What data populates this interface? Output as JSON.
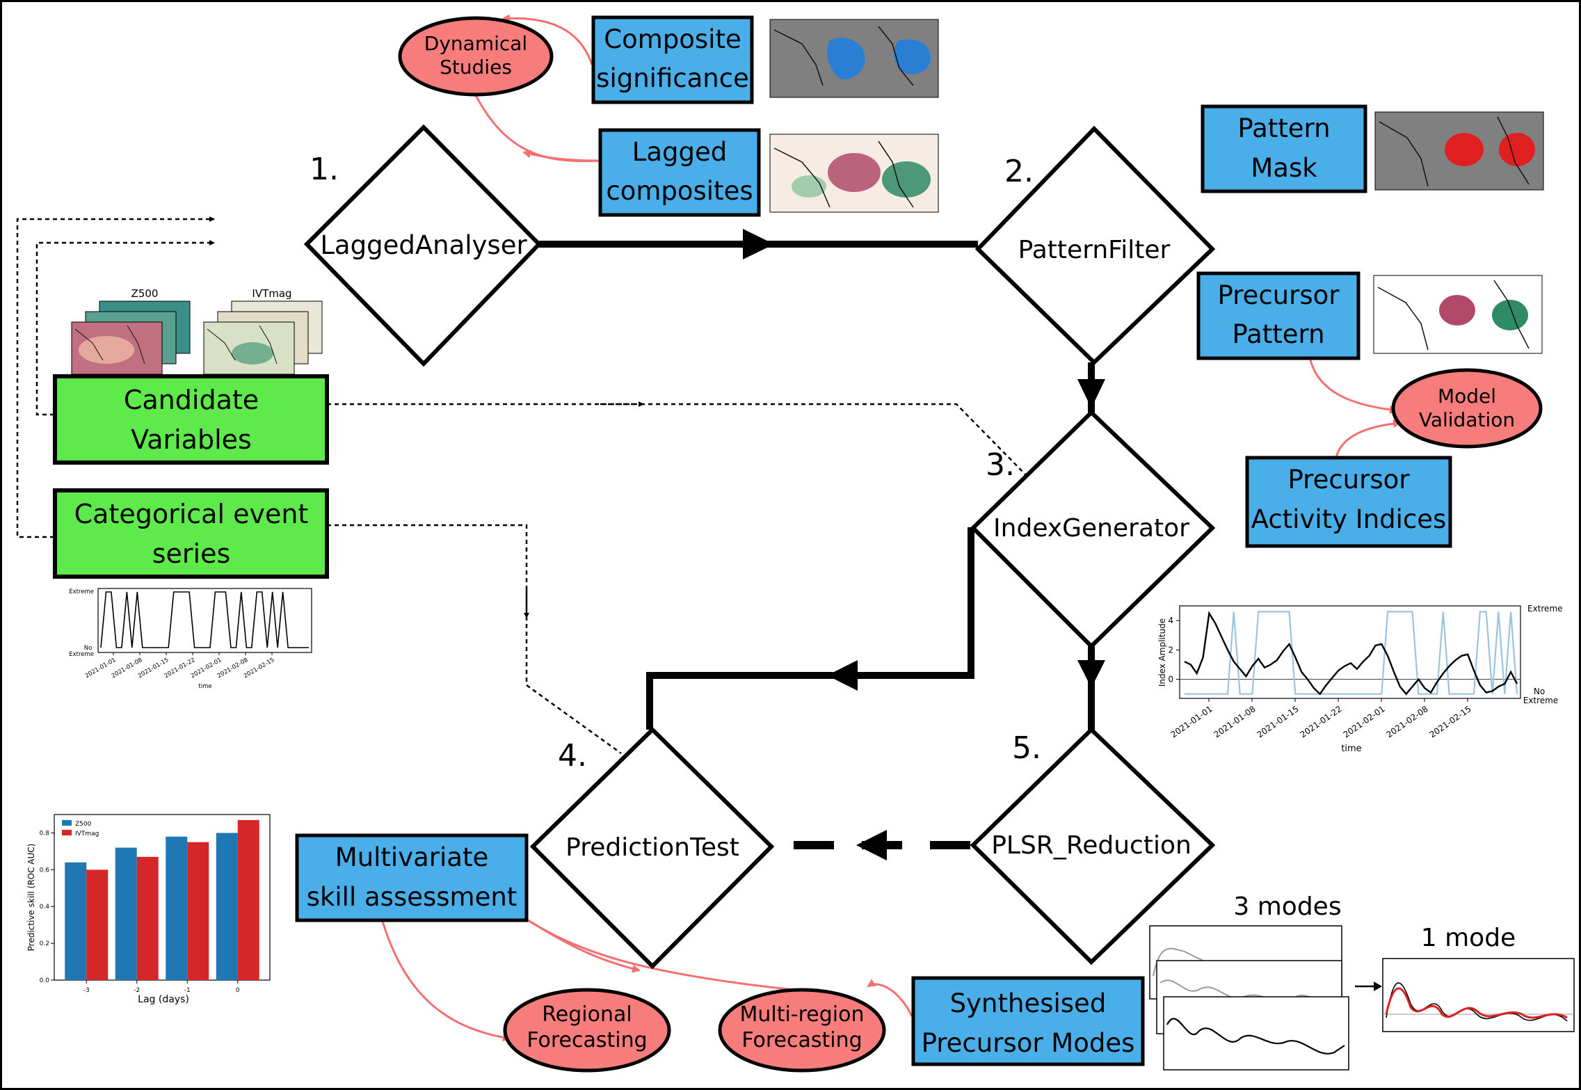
{
  "steps": {
    "s1": {
      "num": "1.",
      "name": "LaggedAnalyser"
    },
    "s2": {
      "num": "2.",
      "name": "PatternFilter"
    },
    "s3": {
      "num": "3.",
      "name": "IndexGenerator"
    },
    "s4": {
      "num": "4.",
      "name": "PredictionTest"
    },
    "s5": {
      "num": "5.",
      "name": "PLSR_Reduction"
    }
  },
  "inputs": {
    "candidate": [
      "Candidate",
      "Variables"
    ],
    "categorical": [
      "Categorical event",
      "series"
    ]
  },
  "outputs": {
    "composite_significance": [
      "Composite",
      "significance"
    ],
    "lagged_composites": [
      "Lagged",
      "composites"
    ],
    "pattern_mask": [
      "Pattern",
      "Mask"
    ],
    "precursor_pattern": [
      "Precursor",
      "Pattern"
    ],
    "precursor_activity": [
      "Precursor",
      "Activity Indices"
    ],
    "multivariate_skill": [
      "Multivariate",
      "skill assessment"
    ],
    "synthesised_modes": [
      "Synthesised",
      "Precursor Modes"
    ]
  },
  "applications": {
    "dynamical": [
      "Dynamical",
      "Studies"
    ],
    "model_validation": [
      "Model",
      "Validation"
    ],
    "regional": [
      "Regional",
      "Forecasting"
    ],
    "multi_region": [
      "Multi-region",
      "Forecasting"
    ]
  },
  "thumbs": {
    "z500": "Z500",
    "ivtmag": "IVTmag",
    "modes3": "3 modes",
    "modes1": "1 mode"
  },
  "colors": {
    "process_fill": "#ffffff",
    "input_fill": "#5eea4a",
    "output_fill": "#4aaee8",
    "application_fill": "#f77c7c",
    "application_link": "#f47070",
    "map_gray": "#808080",
    "significance_blue": "#2a7fd4",
    "mask_red": "#e02020",
    "index_line": "#000000",
    "event_line": "#9cc3e0",
    "z500_bar": "#1f77b4",
    "ivtmag_bar": "#d62728"
  },
  "chart_data": [
    {
      "type": "line",
      "x": [
        "2021-01-01",
        "2021-01-08",
        "2021-01-15",
        "2021-01-22",
        "2021-02-01",
        "2021-02-08",
        "2021-02-15"
      ],
      "xlabel": "time",
      "ylabel": "",
      "y_ticks": [
        "Extreme",
        "No\nExtreme"
      ],
      "series": [
        {
          "values": [
            0,
            1,
            1,
            0,
            0,
            1,
            0,
            1,
            0,
            0,
            0,
            0,
            0,
            0,
            1,
            1,
            1,
            1,
            0,
            0,
            0,
            0,
            1,
            1,
            1,
            0,
            0,
            1,
            0,
            0,
            1,
            1,
            0,
            1,
            0,
            1,
            0,
            0,
            0,
            0,
            0
          ]
        }
      ]
    },
    {
      "type": "line",
      "x": [
        "2021-01-01",
        "2021-01-08",
        "2021-01-15",
        "2021-01-22",
        "2021-02-01",
        "2021-02-08",
        "2021-02-15"
      ],
      "xlabel": "time",
      "ylabel": "Index Amplitude",
      "y_ticks": [
        0,
        2,
        4
      ],
      "right_ticks": [
        "Extreme",
        "No\nExtreme"
      ],
      "series": [
        {
          "values": [
            1.2,
            1.0,
            0.4,
            1.5,
            4.5,
            3.8,
            2.9,
            2.0,
            1.2,
            0.7,
            0.2,
            0.9,
            1.4,
            0.8,
            1.0,
            1.3,
            1.9,
            2.4,
            1.5,
            0.5,
            0,
            -0.6,
            -1.0,
            -0.4,
            0.1,
            0.6,
            0.9,
            1.1,
            0.7,
            1.2,
            1.6,
            2.3,
            2.4,
            1.6,
            0.5,
            -0.5,
            -1.0,
            -0.5,
            0,
            -0.6,
            -0.9,
            -0.2,
            0.4,
            0.9,
            1.3,
            1.6,
            1.7,
            0.6,
            -0.4,
            -0.9,
            -0.8,
            -0.5,
            -0.3,
            0.5,
            -0.3
          ]
        },
        {
          "values": [
            0,
            0,
            0,
            0,
            0,
            0,
            0,
            0,
            1,
            0,
            0,
            0,
            1,
            1,
            1,
            1,
            1,
            1,
            0,
            0,
            0,
            0,
            0,
            0,
            0,
            0,
            0,
            0,
            0,
            0,
            0,
            0,
            0,
            1,
            1,
            1,
            1,
            1,
            0,
            0,
            0,
            0,
            1,
            0,
            0,
            0,
            0,
            0,
            1,
            1,
            0,
            1,
            0,
            1,
            0
          ]
        }
      ]
    },
    {
      "type": "bar",
      "title": "",
      "xlabel": "Lag (days)",
      "ylabel": "Predictive skill (ROC AUC)",
      "categories": [
        "-3",
        "-2",
        "-1",
        "0"
      ],
      "ylim": [
        0.0,
        0.9
      ],
      "y_ticks": [
        "0.0",
        "0.2",
        "0.4",
        "0.6",
        "0.8"
      ],
      "series": [
        {
          "name": "Z500",
          "values": [
            0.64,
            0.72,
            0.78,
            0.8
          ]
        },
        {
          "name": "IVTmag",
          "values": [
            0.6,
            0.67,
            0.75,
            0.87
          ]
        }
      ]
    }
  ]
}
